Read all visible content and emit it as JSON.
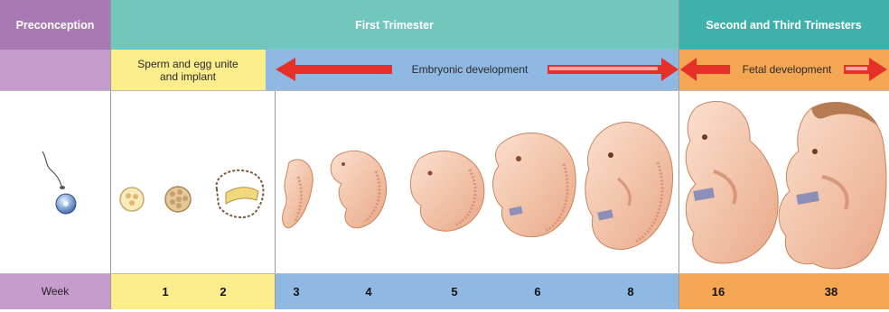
{
  "headers": {
    "preconception": "Preconception",
    "first_trimester": "First Trimester",
    "second_third": "Second and Third Trimesters"
  },
  "phases": {
    "fertilization": "Sperm and egg unite and implant",
    "embryonic": "Embryonic development",
    "fetal": "Fetal development"
  },
  "week_label": "Week",
  "weeks": [
    "1",
    "2",
    "3",
    "4",
    "5",
    "6",
    "8",
    "16",
    "38"
  ],
  "colors": {
    "preconception": "#a879b2",
    "trimester_header": "#71c7bd",
    "second_header": "#3fb1ac",
    "preconception_light": "#c59ccc",
    "yellow": "#fbec8c",
    "blue": "#8fb9e3",
    "orange": "#f5a653",
    "arrow_red": "#e8302a"
  }
}
